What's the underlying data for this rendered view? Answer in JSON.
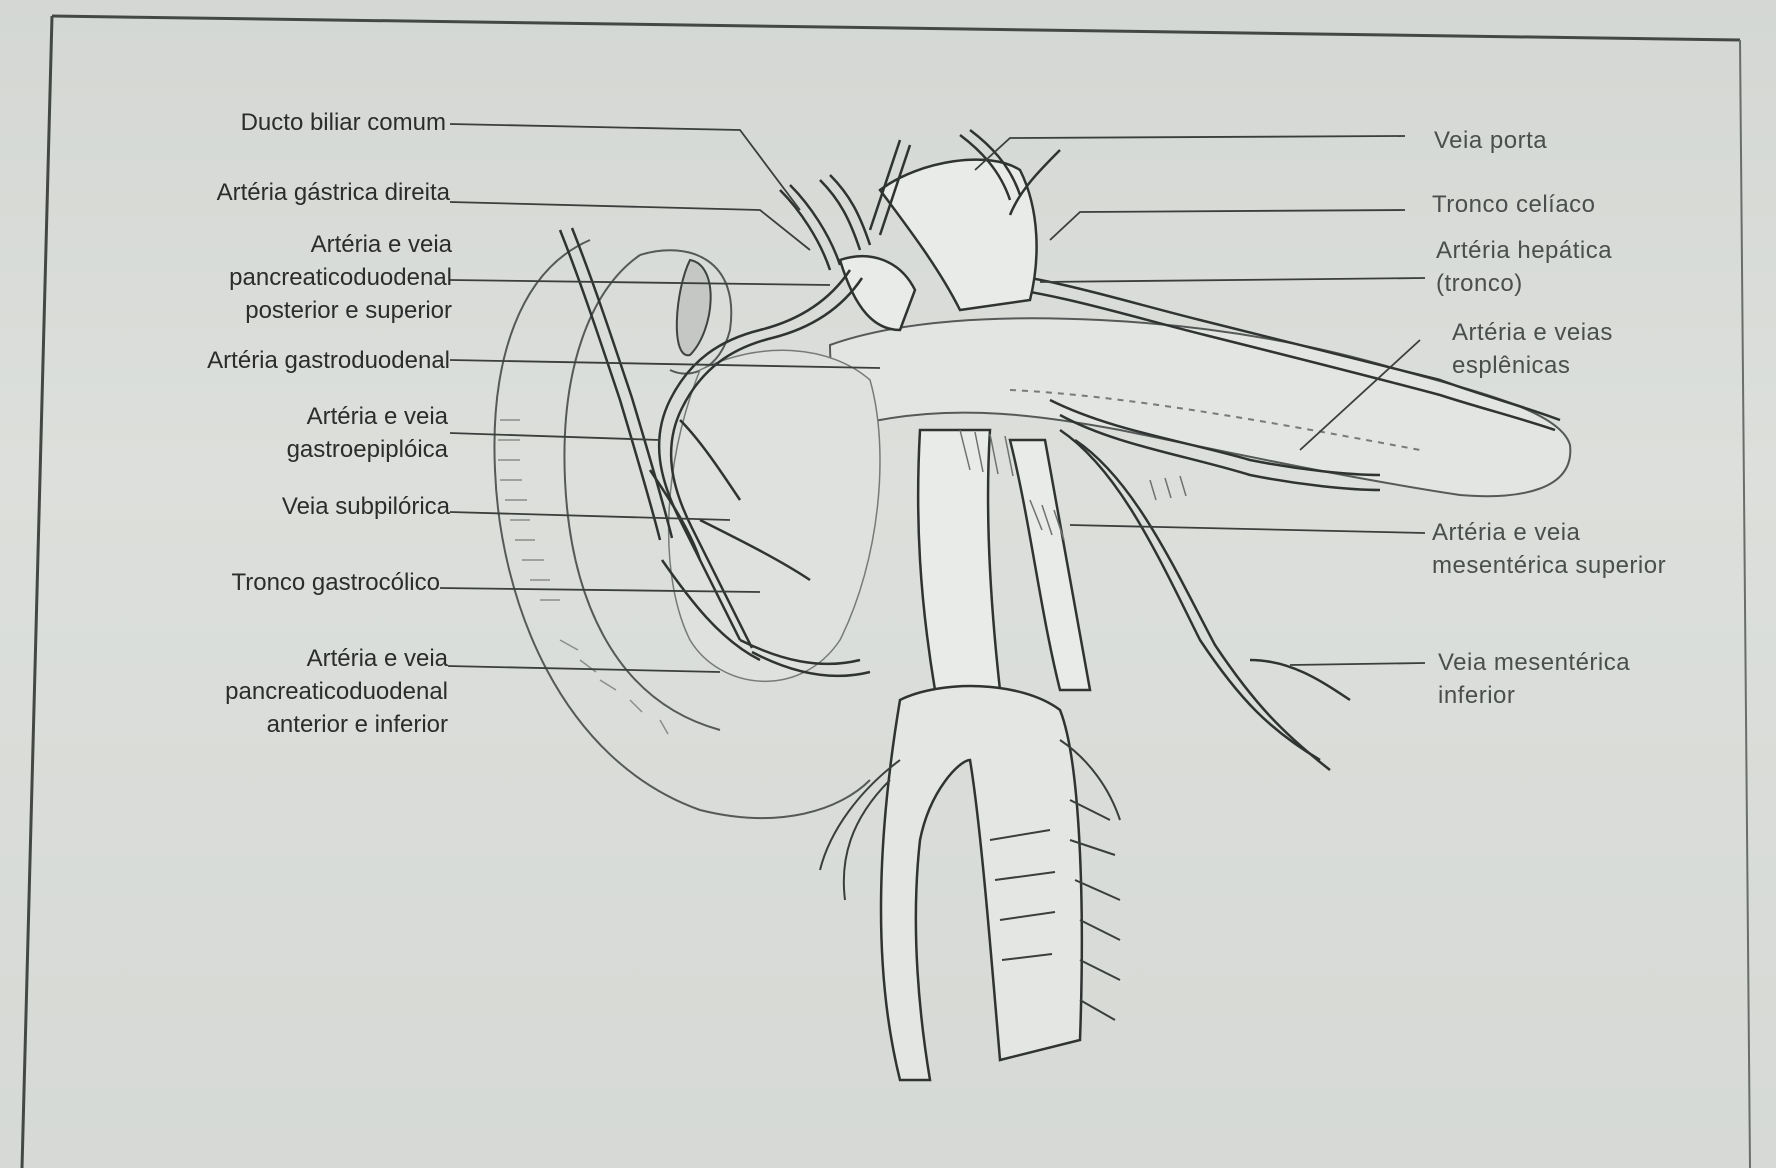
{
  "labels_left": {
    "ducto_biliar": [
      "Ducto biliar comum"
    ],
    "arteria_gastrica": [
      "Artéria gástrica direita"
    ],
    "pancreaticoduodenal_post": [
      "Artéria e veia",
      "pancreaticoduodenal",
      "posterior e superior"
    ],
    "gastroduodenal": [
      "Artéria gastroduodenal"
    ],
    "gastroepiploica": [
      "Artéria e veia",
      "gastroepiplóica"
    ],
    "subpilorica": [
      "Veia subpilórica"
    ],
    "gastrocolico": [
      "Tronco gastrocólico"
    ],
    "pancreaticoduodenal_ant": [
      "Artéria e veia",
      "pancreaticoduodenal",
      "anterior e inferior"
    ]
  },
  "labels_right": {
    "veia_porta": [
      "Veia porta"
    ],
    "tronco_celiaco": [
      "Tronco celíaco"
    ],
    "arteria_hepatica": [
      "Artéria hepática",
      "(tronco)"
    ],
    "esplenicas": [
      "Artéria e veias",
      "esplênicas"
    ],
    "mesenterica_sup": [
      "Artéria e veia",
      "mesentérica superior"
    ],
    "mesenterica_inf": [
      "Veia mesentérica",
      "inferior"
    ]
  },
  "colors": {
    "paper": "#d9dcd8",
    "frame": "#3a3d3b",
    "ink": "#2b2d2c",
    "vessel_fill": "#e6e8e5"
  }
}
